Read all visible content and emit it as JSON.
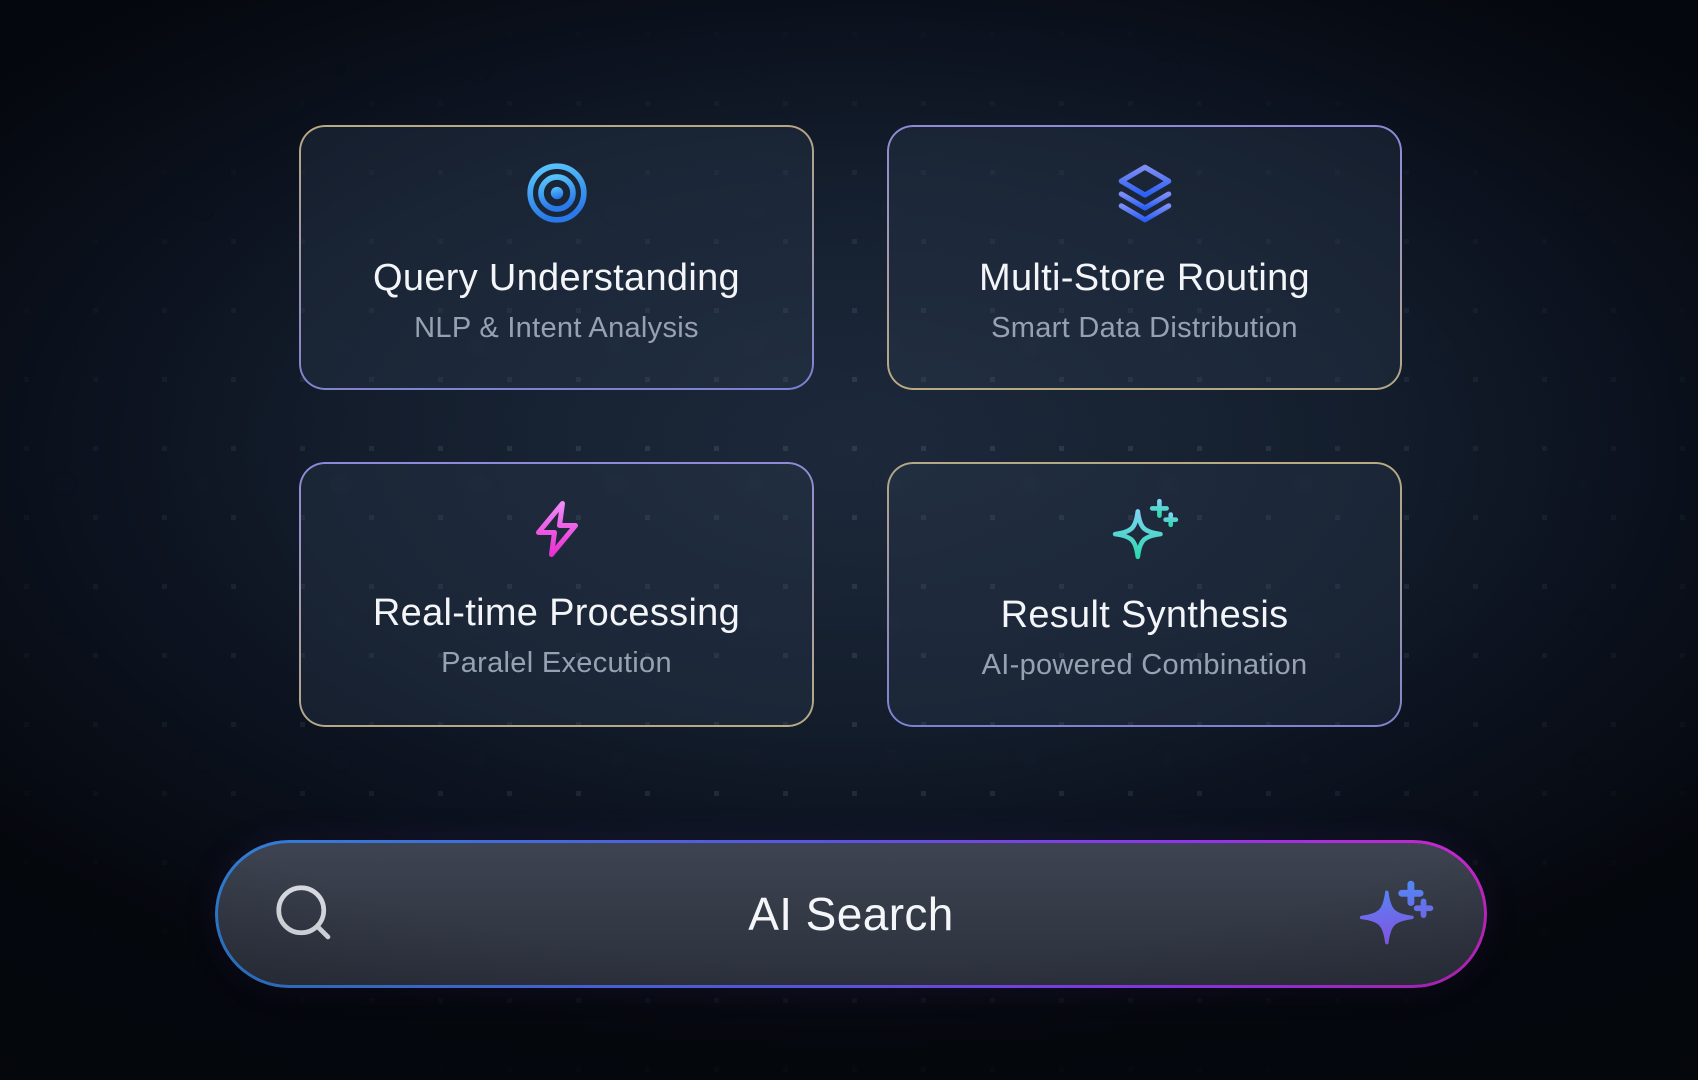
{
  "cards": [
    {
      "icon": "target-icon",
      "title": "Query Understanding",
      "subtitle": "NLP & Intent Analysis"
    },
    {
      "icon": "layers-icon",
      "title": "Multi-Store Routing",
      "subtitle": "Smart Data Distribution"
    },
    {
      "icon": "lightning-icon",
      "title": "Real-time Processing",
      "subtitle": "Paralel Execution"
    },
    {
      "icon": "sparkle-icon",
      "title": "Result Synthesis",
      "subtitle": "AI-powered Combination"
    }
  ],
  "search_bar": {
    "label": "AI Search",
    "left_icon": "search-icon",
    "right_icon": "ai-sparkles-icon"
  },
  "colors": {
    "background_center": "#1a2433",
    "background_edge": "#05080e",
    "card_border_tan": "#b9aa80",
    "card_border_violet": "#7e80d4",
    "target_icon_top": "#5bc8fb",
    "target_icon_bottom": "#2979e8",
    "layers_icon_top": "#7e8ef4",
    "layers_icon_bottom": "#2b5ff5",
    "lightning_icon_top": "#ef8bf7",
    "lightning_icon_bottom": "#ea2ed2",
    "sparkle_icon_top": "#7fd2f4",
    "sparkle_icon_bottom": "#2ed8ae",
    "search_border_blue": "#2e7fd6",
    "search_border_magenta": "#cb25c9",
    "ai_sparkles_blue": "#548af8",
    "ai_sparkles_purple": "#8a5cf4",
    "title_text": "#f3f5f8",
    "subtitle_text": "#98a1b1"
  }
}
